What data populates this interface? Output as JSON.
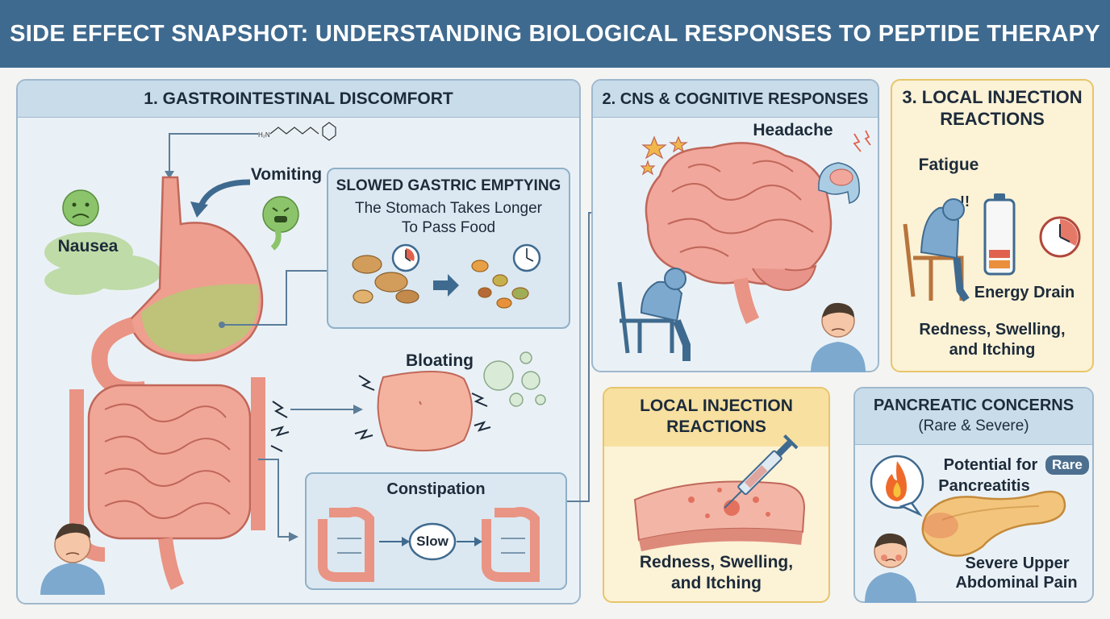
{
  "header": {
    "title": "SIDE EFFECT SNAPSHOT: UNDERSTANDING BIOLOGICAL RESPONSES TO PEPTIDE THERAPY"
  },
  "gi": {
    "title": "1. GASTROINTESTINAL DISCOMFORT",
    "nausea": "Nausea",
    "vomiting": "Vomiting",
    "gastric_title": "SLOWED GASTRIC EMPTYING",
    "gastric_desc_line1": "The Stomach Takes Longer",
    "gastric_desc_line2": "To Pass Food",
    "bloating": "Bloating",
    "constipation": "Constipation",
    "slow": "Slow"
  },
  "cns": {
    "title": "2. CNS & COGNITIVE RESPONSES",
    "headache": "Headache"
  },
  "local3": {
    "title_line1": "3. LOCAL INJECTION",
    "title_line2": "REACTIONS",
    "fatigue": "Fatigue",
    "energy": "Energy Drain",
    "reactions_line1": "Redness, Swelling,",
    "reactions_line2": "and Itching"
  },
  "local": {
    "title_line1": "LOCAL INJECTION",
    "title_line2": "REACTIONS",
    "reactions_line1": "Redness, Swelling,",
    "reactions_line2": "and Itching"
  },
  "pancreas": {
    "title_line1": "PANCREATIC CONCERNS",
    "title_line2": "(Rare & Severe)",
    "potential_line1": "Potential for",
    "potential_line2": "Pancreatitis",
    "rare": "Rare",
    "pain_line1": "Severe Upper",
    "pain_line2": "Abdominal Pain"
  },
  "colors": {
    "header": "#3f6a8f",
    "panel_blue": "#eaf1f6",
    "panel_yellow": "#fcf2d6",
    "organ_pink": "#ef9f8f",
    "brain_pink": "#f0a59a",
    "nausea_green": "#8cc46b"
  },
  "icons": [
    "molecule-icon",
    "nausea-face-icon",
    "vomit-face-icon",
    "clock-icon",
    "battery-icon",
    "syringe-icon",
    "fire-icon",
    "person-icon",
    "brain-icon"
  ]
}
